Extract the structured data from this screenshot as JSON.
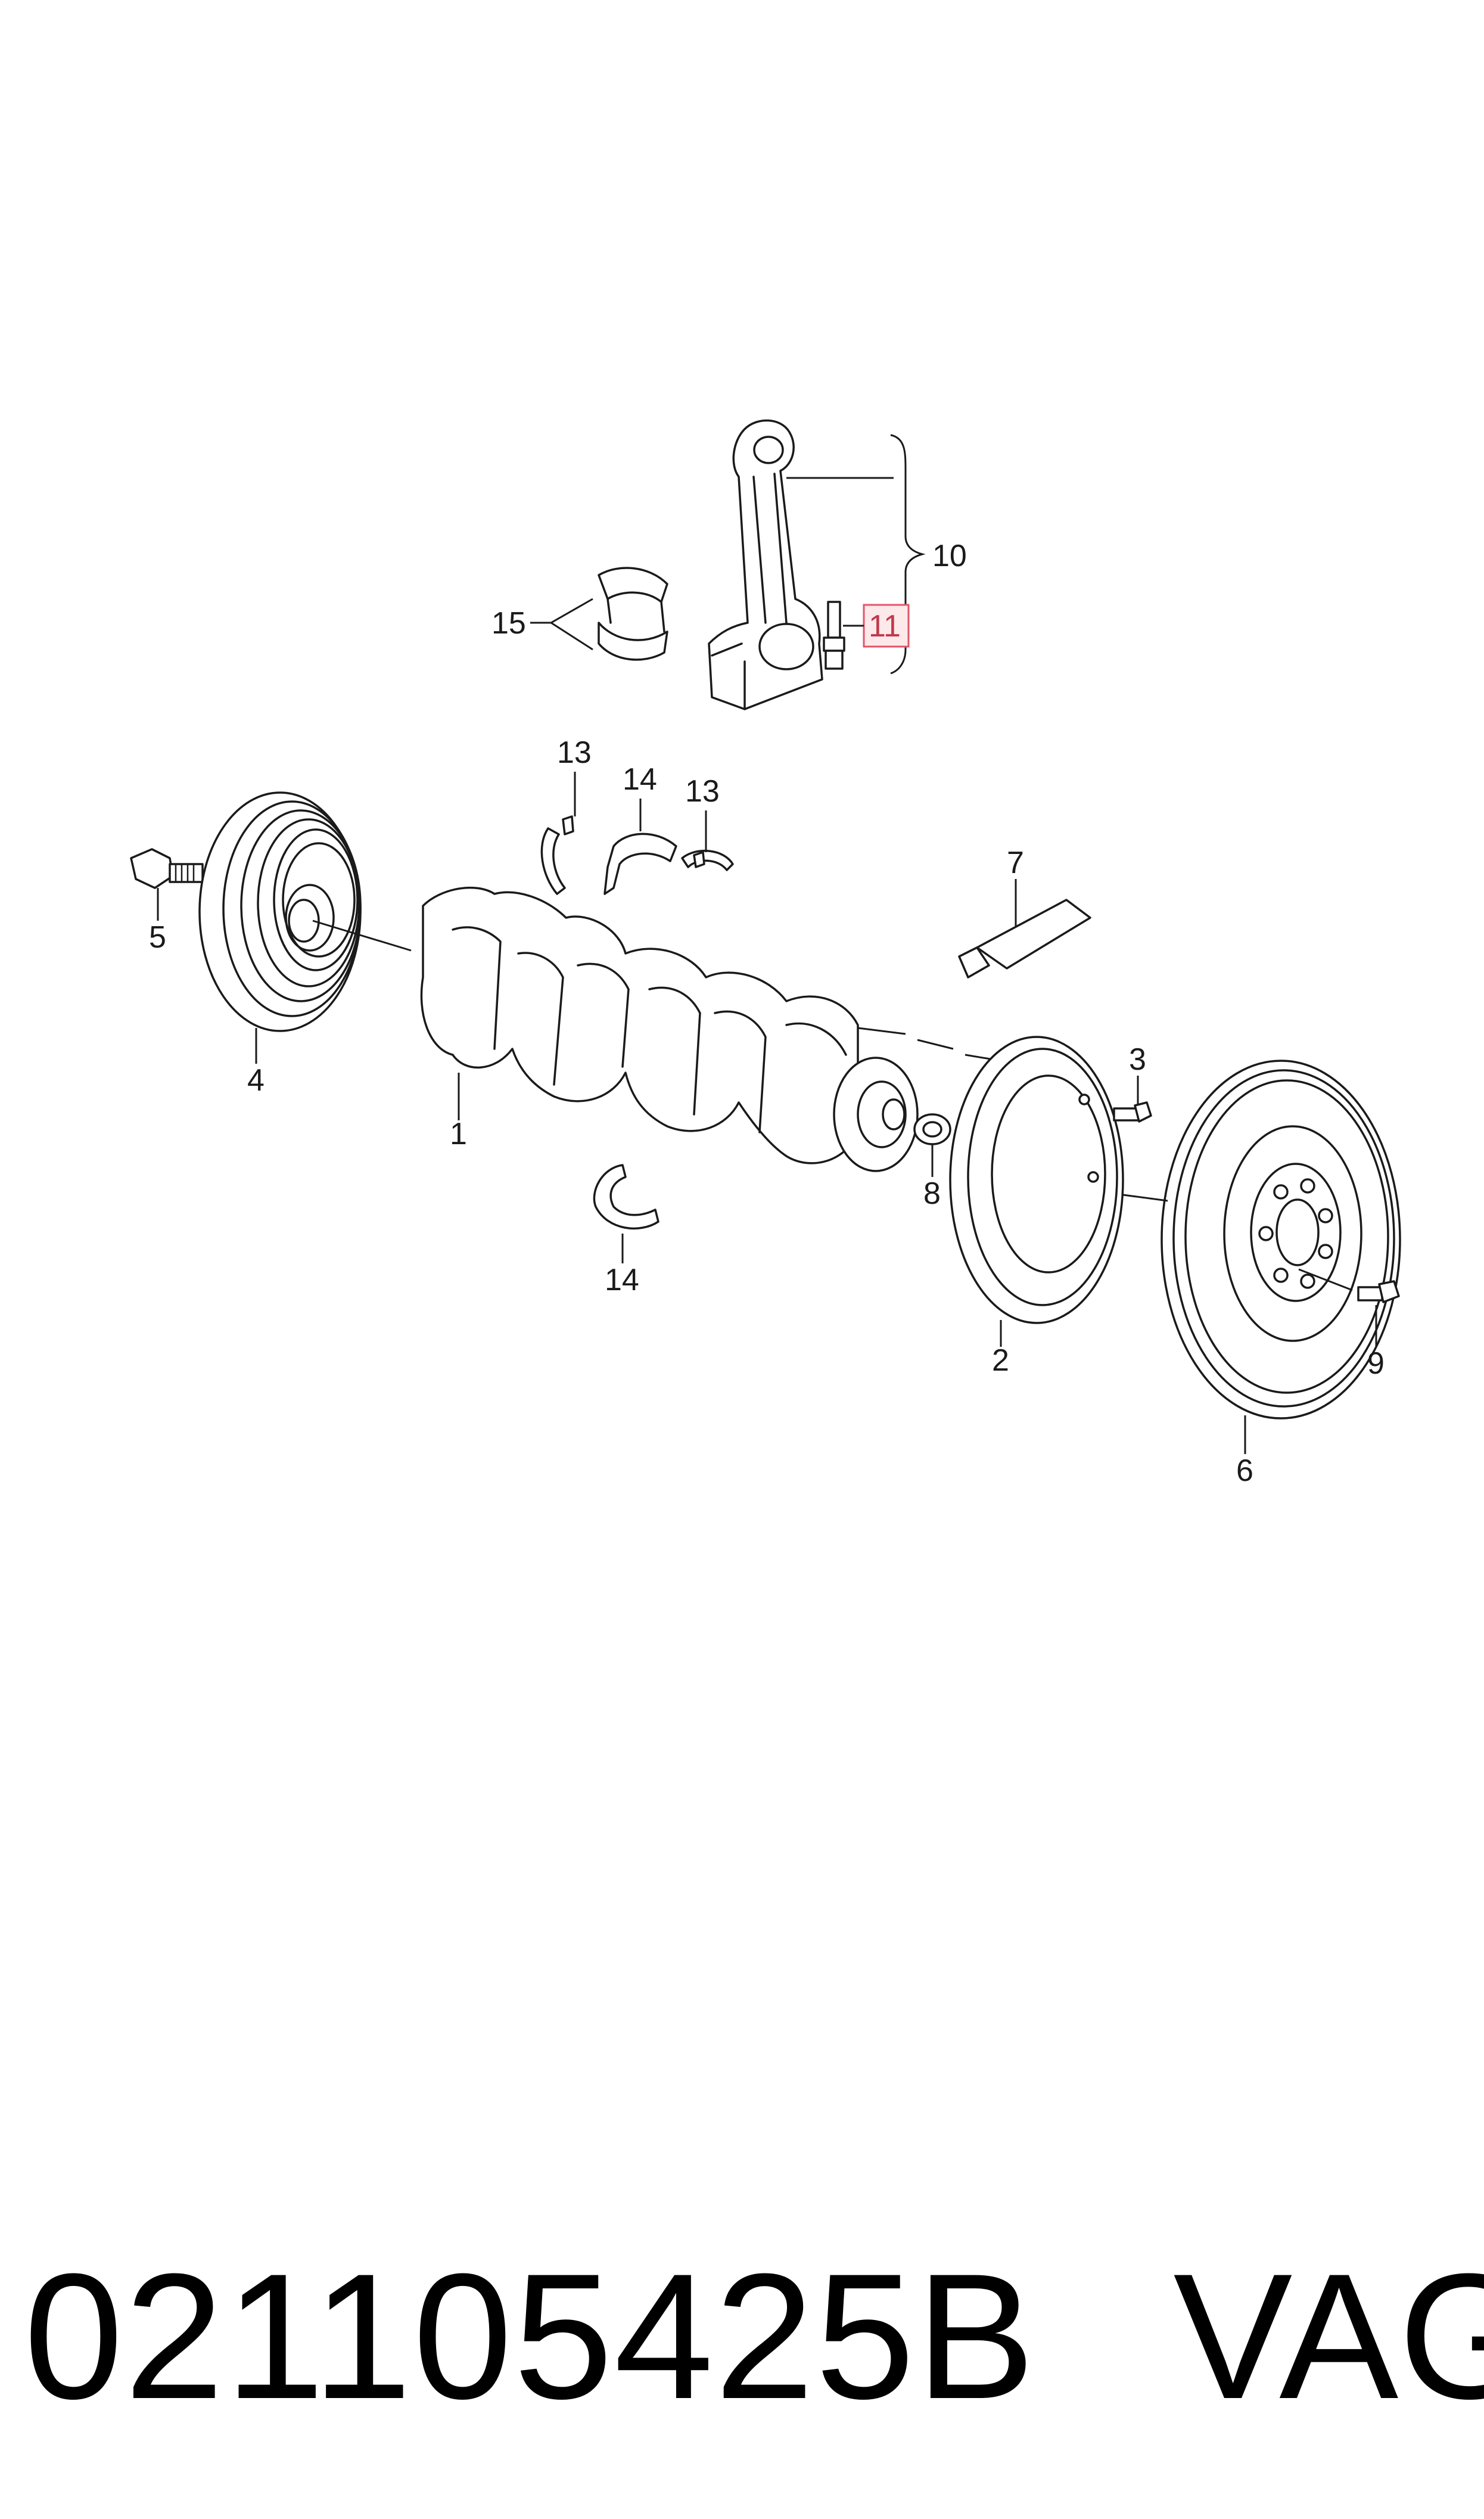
{
  "diagram": {
    "callouts": [
      {
        "id": "1",
        "label": "1"
      },
      {
        "id": "2",
        "label": "2"
      },
      {
        "id": "3",
        "label": "3"
      },
      {
        "id": "4",
        "label": "4"
      },
      {
        "id": "5",
        "label": "5"
      },
      {
        "id": "6",
        "label": "6"
      },
      {
        "id": "7",
        "label": "7"
      },
      {
        "id": "8",
        "label": "8"
      },
      {
        "id": "9",
        "label": "9"
      },
      {
        "id": "10",
        "label": "10"
      },
      {
        "id": "11",
        "label": "11",
        "highlighted": true
      },
      {
        "id": "13a",
        "label": "13"
      },
      {
        "id": "13b",
        "label": "13"
      },
      {
        "id": "14a",
        "label": "14"
      },
      {
        "id": "14b",
        "label": "14"
      },
      {
        "id": "15",
        "label": "15"
      }
    ],
    "highlight_color": "#e0566a"
  },
  "footer": {
    "part_number": "021105425B",
    "brand": "VAG"
  }
}
